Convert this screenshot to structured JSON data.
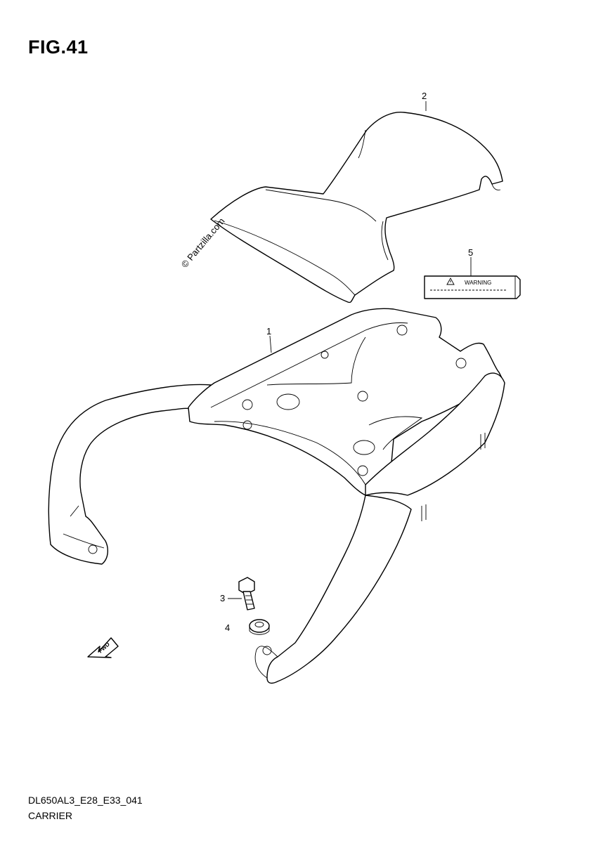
{
  "figure": {
    "title": "FIG.41",
    "watermark": "© Partzilla.com",
    "fwd_label": "FWD"
  },
  "callouts": [
    {
      "id": "1",
      "part": "carrier"
    },
    {
      "id": "2",
      "part": "cover"
    },
    {
      "id": "3",
      "part": "bolt"
    },
    {
      "id": "4",
      "part": "washer"
    },
    {
      "id": "5",
      "part": "label"
    }
  ],
  "warning_label": {
    "text": "WARNING",
    "symbol": "warning-triangle-icon"
  },
  "footer": {
    "model_code": "DL650AL3_E28_E33_041",
    "section_name": "CARRIER"
  }
}
